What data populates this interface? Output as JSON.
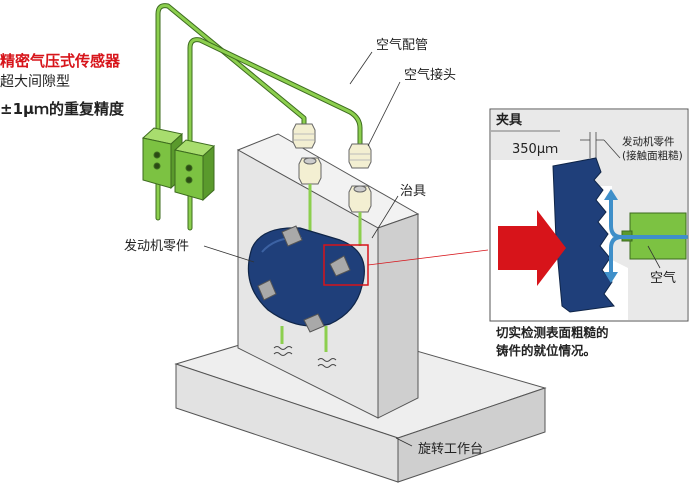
{
  "title": {
    "line1": "精密气压式传感器",
    "line2": "超大间隙型",
    "line3": "±1μｍ的重复精度"
  },
  "labels": {
    "air_pipe": "空气配管",
    "air_joint": "空气接头",
    "fixture": "治具",
    "engine_part": "发动机零件",
    "turntable": "旋转工作台"
  },
  "detail": {
    "clamp": "夹具",
    "gap": "350μｍ",
    "part_line1": "发动机零件",
    "part_line2": "(接触面粗糙)",
    "air": "空气"
  },
  "caption": {
    "line1": "切实检测表面粗糙的",
    "line2": "铸件的就位情况。"
  },
  "colors": {
    "title_red": "#d7141a",
    "sensor_green": "#7cc242",
    "part_navy": "#1f3f7a",
    "fixture_gray": "#e9e9e9",
    "air_blue": "#3f8fc9",
    "arrow_red": "#d7141a"
  }
}
